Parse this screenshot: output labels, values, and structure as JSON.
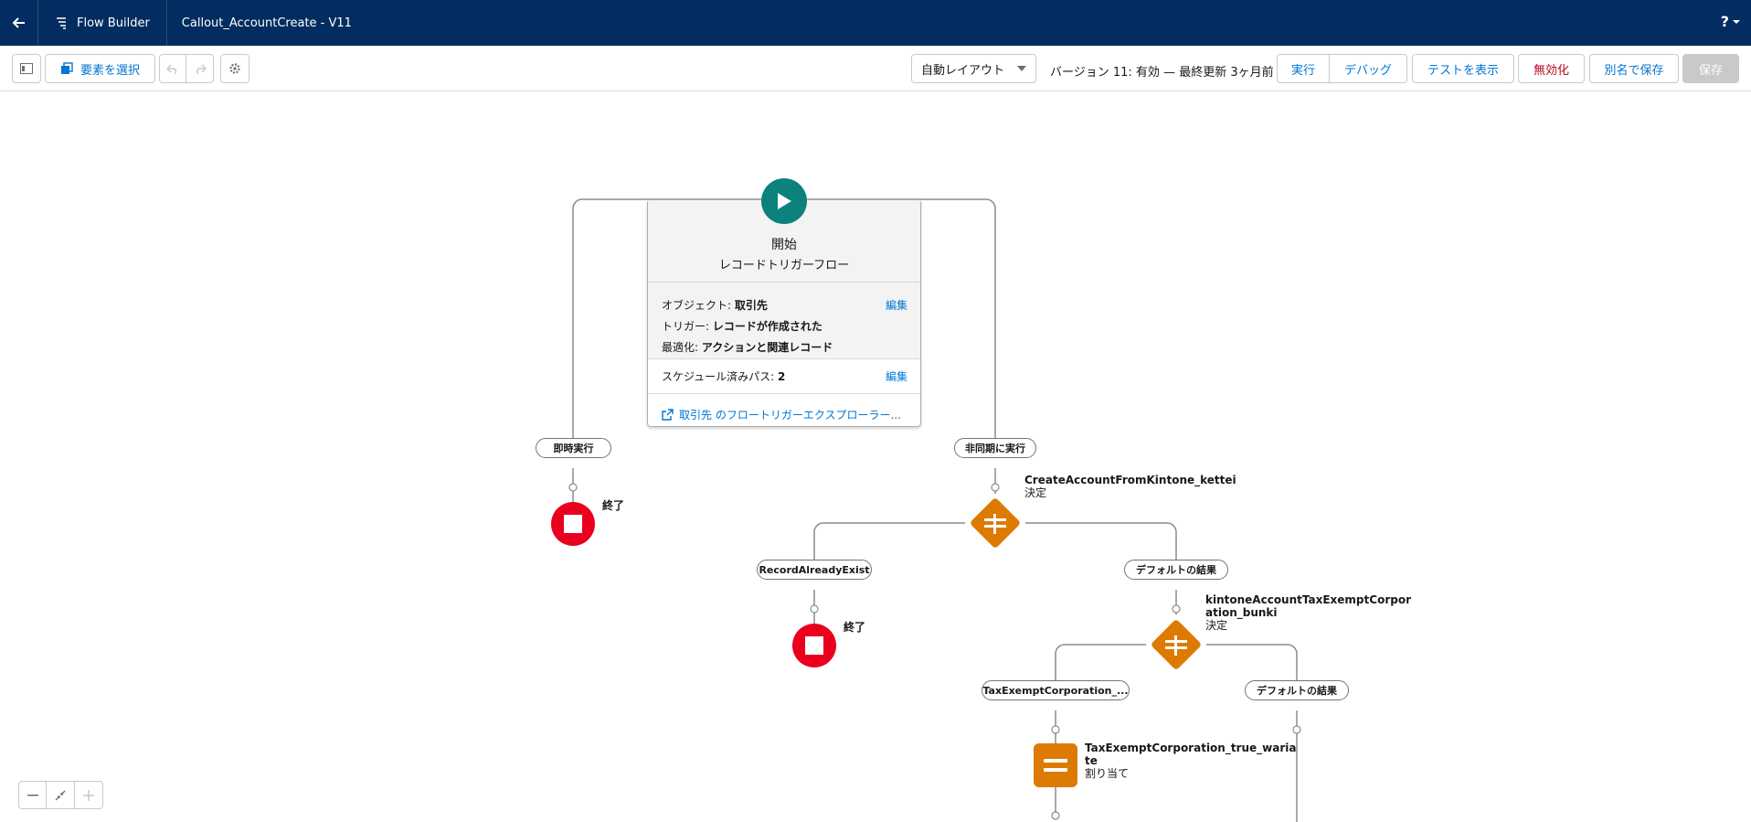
{
  "header": {
    "app_name": "Flow Builder",
    "flow_title": "Callout_AccountCreate - V11",
    "help_label": "?"
  },
  "toolbar": {
    "select_elements_label": "要素を選択",
    "layout_select_value": "自動レイアウト",
    "version_text": "バージョン 11: 有効 — 最終更新 3ヶ月前",
    "run_label": "実行",
    "debug_label": "デバッグ",
    "view_tests_label": "テストを表示",
    "deactivate_label": "無効化",
    "save_as_label": "別名で保存",
    "save_label": "保存"
  },
  "start": {
    "title": "開始",
    "subtitle": "レコードトリガーフロー",
    "object_label": "オブジェクト:",
    "object_value": "取引先",
    "trigger_label": "トリガー:",
    "trigger_value": "レコードが作成された",
    "optimize_label": "最適化:",
    "optimize_value": "アクションと関連レコード",
    "edit_label": "編集",
    "scheduled_paths_label": "スケジュール済みパス:",
    "scheduled_paths_value": "2",
    "explorer_link": "取引先 のフロートリガーエクスプローラー..."
  },
  "paths": {
    "immediate": "即時実行",
    "async": "非同期に実行"
  },
  "end_label": "終了",
  "decision1": {
    "name": "CreateAccountFromKintone_kettei",
    "type": "決定",
    "outcome1": "RecordAlreadyExist",
    "default_outcome": "デフォルトの結果"
  },
  "decision2": {
    "name_line1": "kintoneAccountTaxExemptCorpor",
    "name_line2": "ation_bunki",
    "type": "決定",
    "outcome1": "TaxExemptCorporation_...",
    "default_outcome": "デフォルトの結果"
  },
  "assignment1": {
    "name_line1": "TaxExemptCorporation_true_waria",
    "name_line2": "te",
    "type": "割り当て"
  },
  "colors": {
    "header_bg": "#032d60",
    "start_green": "#0b827c",
    "end_red": "#ea001e",
    "decision_orange": "#dd7a01",
    "link_blue": "#0176d3"
  }
}
